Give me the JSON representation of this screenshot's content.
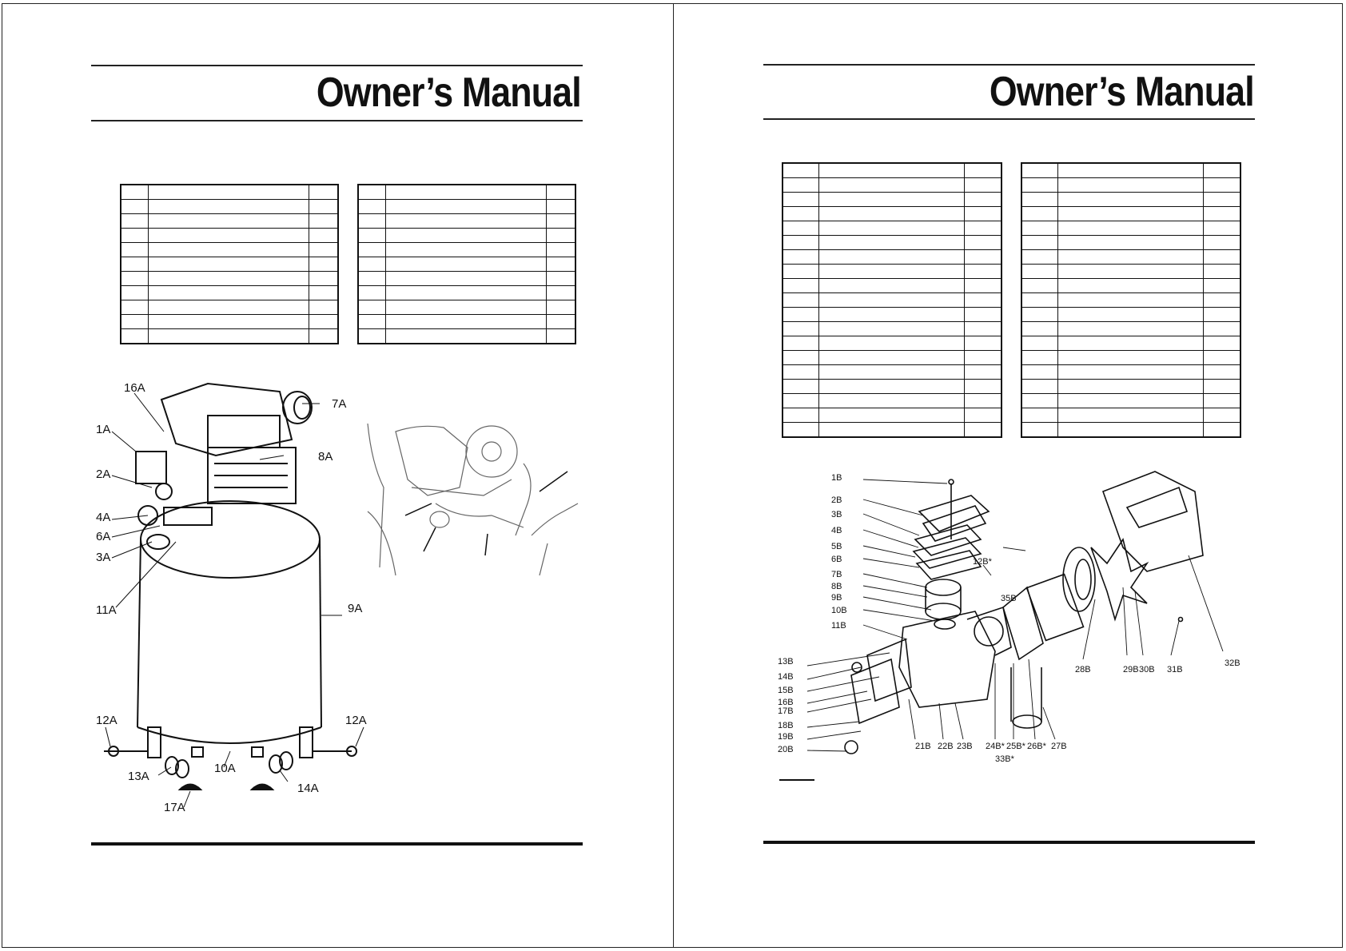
{
  "pages": [
    {
      "title": "Owner’s Manual"
    },
    {
      "title": "Owner’s Manual"
    }
  ],
  "left_tables": {
    "rows": 11,
    "columns": 3
  },
  "right_tables": {
    "rows": 19,
    "columns": 3
  },
  "figure_a": {
    "labels": [
      "16A",
      "7A",
      "1A",
      "8A",
      "2A",
      "4A",
      "6A",
      "3A",
      "11A",
      "9A",
      "12A",
      "12A",
      "13A",
      "10A",
      "14A",
      "17A"
    ]
  },
  "figure_b": {
    "labels": [
      "1B",
      "2B",
      "3B",
      "4B",
      "5B",
      "6B",
      "7B",
      "8B",
      "9B",
      "10B",
      "11B",
      "12B*",
      "35B",
      "13B",
      "14B",
      "15B",
      "16B",
      "17B",
      "18B",
      "19B",
      "20B",
      "21B",
      "22B",
      "23B",
      "24B*",
      "25B*",
      "26B*",
      "27B",
      "33B*",
      "28B",
      "29B",
      "30B",
      "31B",
      "32B"
    ]
  }
}
